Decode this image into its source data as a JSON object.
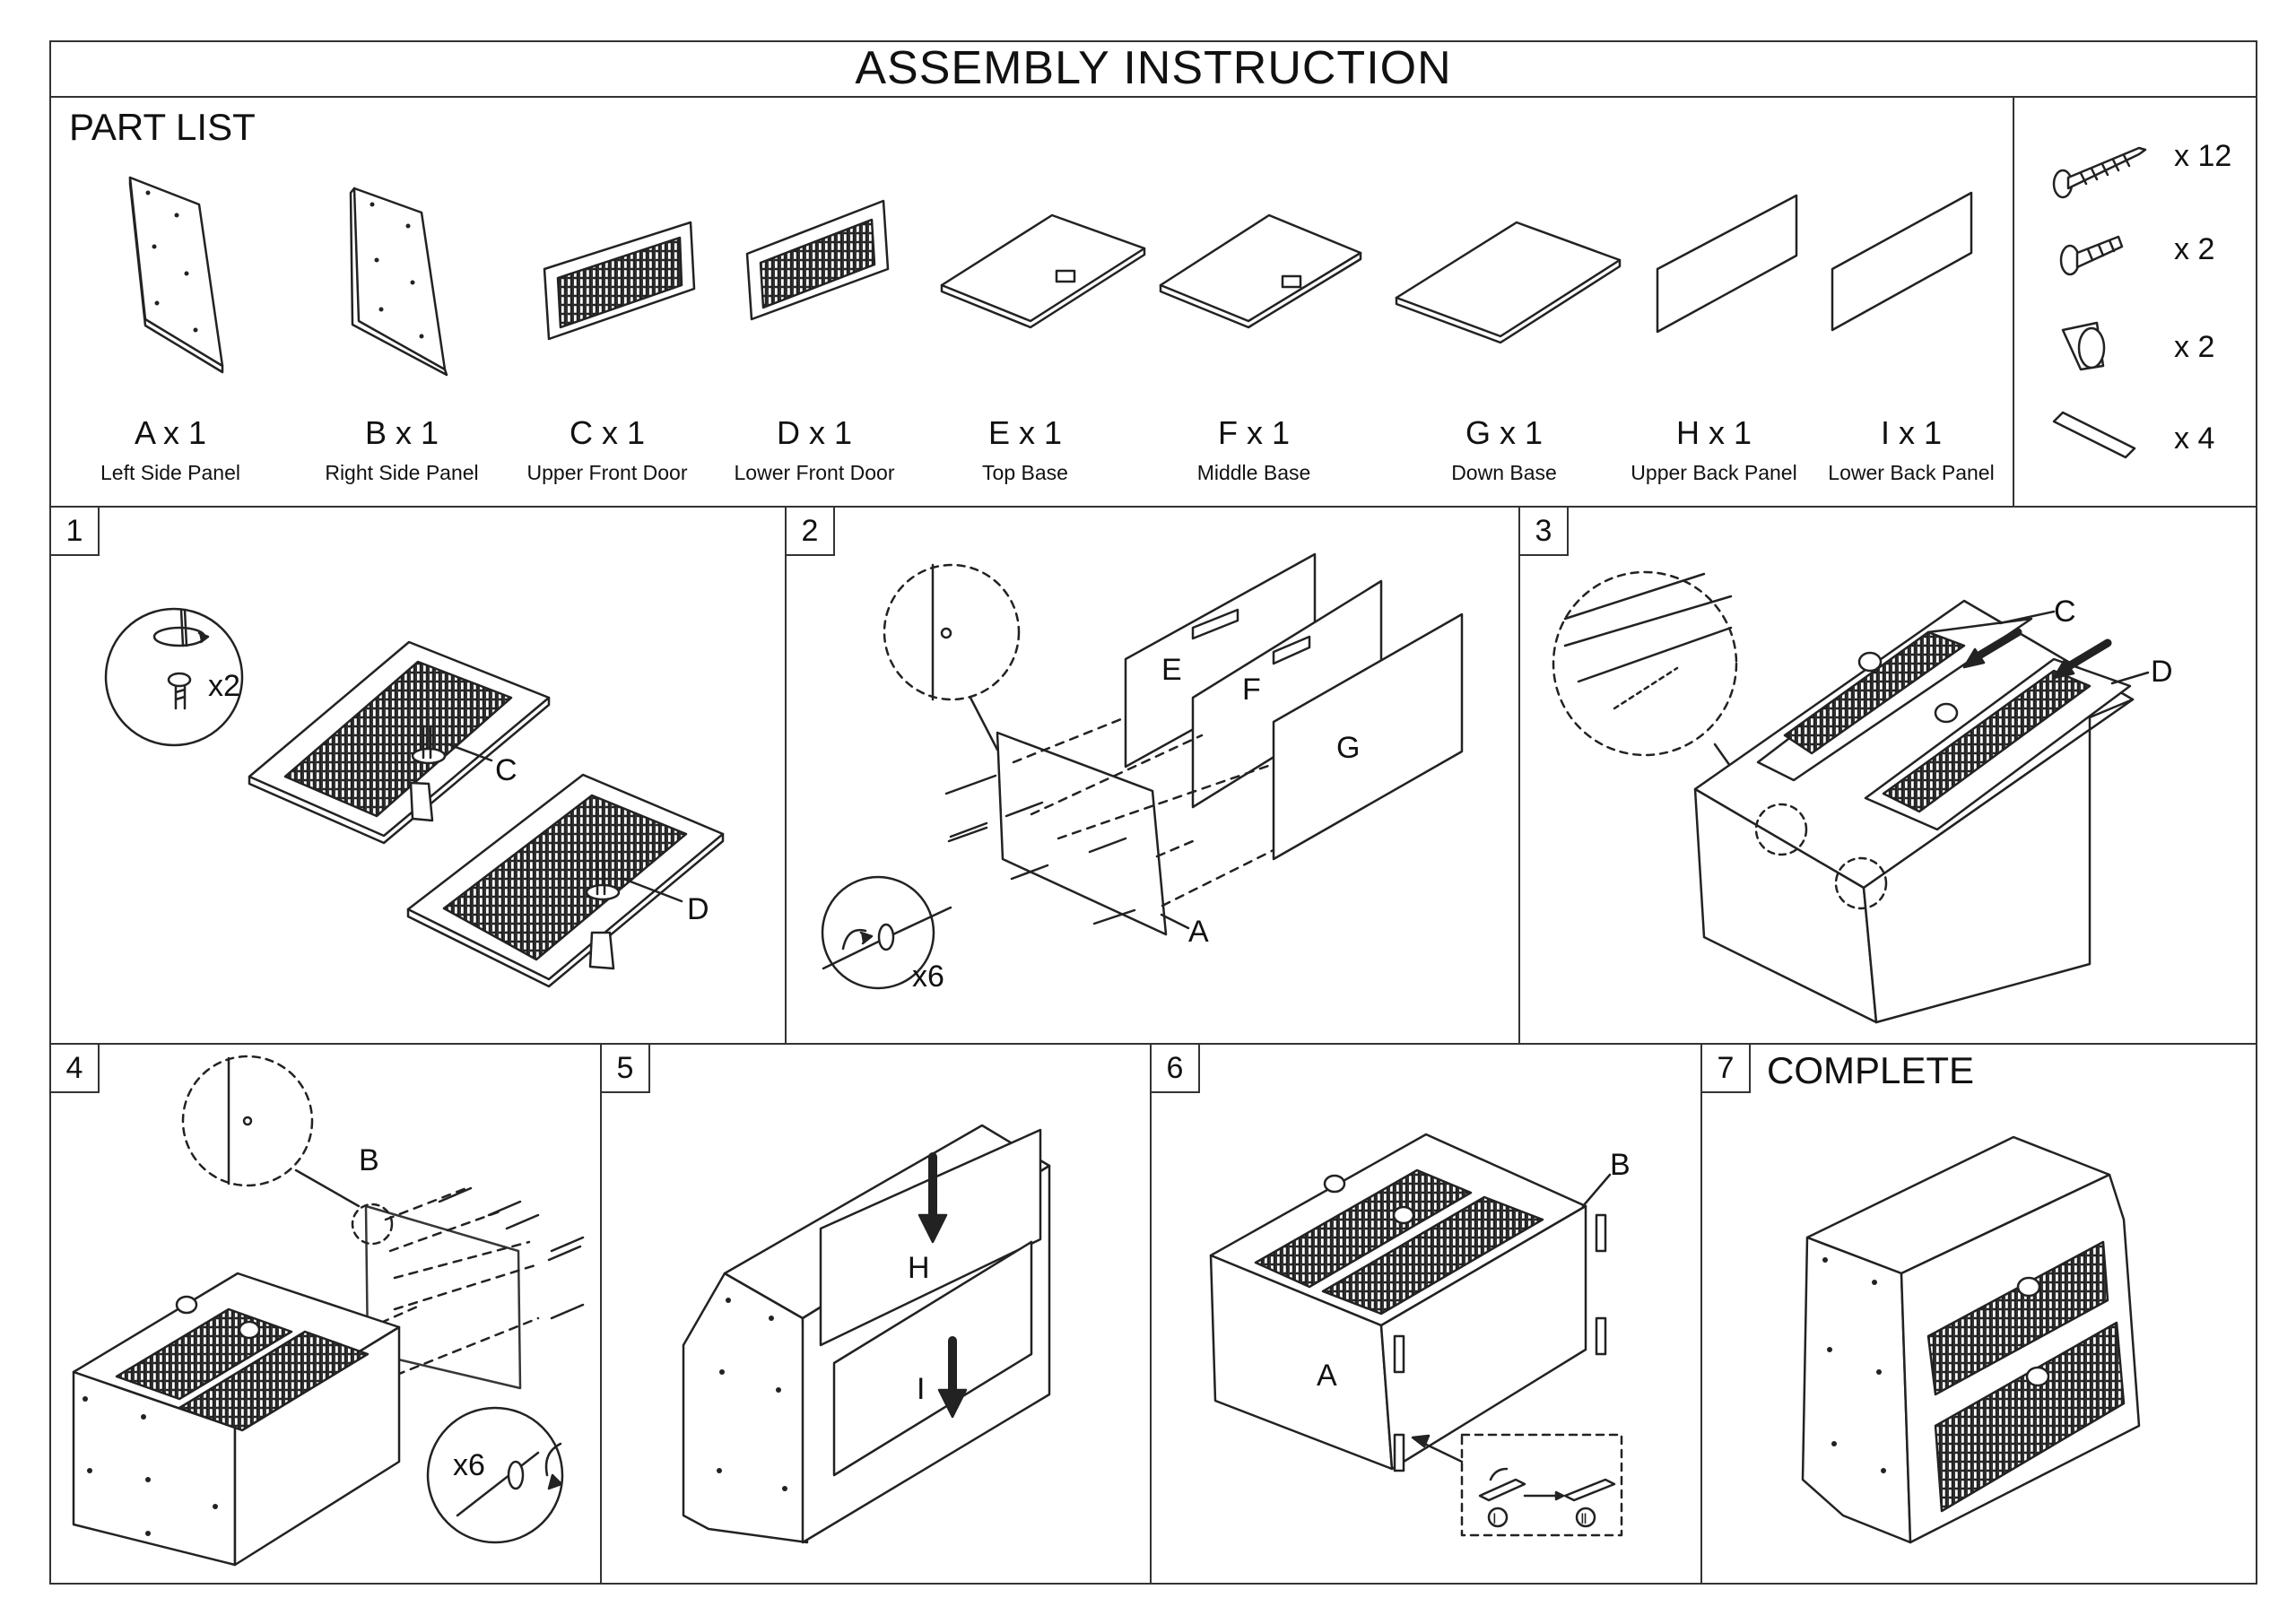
{
  "title": "ASSEMBLY INSTRUCTION",
  "part_list": {
    "heading": "PART LIST",
    "parts": [
      {
        "code": "A x 1",
        "name": "Left Side Panel"
      },
      {
        "code": "B x 1",
        "name": "Right Side Panel"
      },
      {
        "code": "C x 1",
        "name": "Upper Front Door"
      },
      {
        "code": "D x 1",
        "name": "Lower Front Door"
      },
      {
        "code": "E x 1",
        "name": "Top Base"
      },
      {
        "code": "F x 1",
        "name": "Middle Base"
      },
      {
        "code": "G x 1",
        "name": "Down Base"
      },
      {
        "code": "H x 1",
        "name": "Upper Back Panel"
      },
      {
        "code": "I x 1",
        "name": "Lower Back Panel"
      }
    ]
  },
  "hardware": [
    {
      "icon": "long-screw-icon",
      "qty": "x 12"
    },
    {
      "icon": "short-screw-icon",
      "qty": "x 2"
    },
    {
      "icon": "knob-icon",
      "qty": "x 2"
    },
    {
      "icon": "strip-icon",
      "qty": "x 4"
    }
  ],
  "steps": [
    {
      "num": "1",
      "labels": {
        "mult": "x2",
        "c": "C",
        "d": "D"
      }
    },
    {
      "num": "2",
      "labels": {
        "e": "E",
        "f": "F",
        "g": "G",
        "a": "A",
        "mult": "x6"
      }
    },
    {
      "num": "3",
      "labels": {
        "c": "C",
        "d": "D"
      }
    },
    {
      "num": "4",
      "labels": {
        "b": "B",
        "mult": "x6"
      }
    },
    {
      "num": "5",
      "labels": {
        "h": "H",
        "i": "I"
      }
    },
    {
      "num": "6",
      "labels": {
        "a": "A",
        "b": "B",
        "step_one": "Ⅰ",
        "step_two": "Ⅱ"
      }
    },
    {
      "num": "7",
      "heading": "COMPLETE"
    }
  ]
}
